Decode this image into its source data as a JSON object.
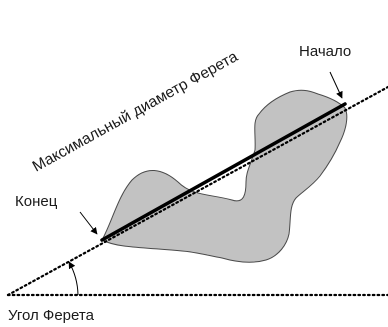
{
  "labels": {
    "max_diameter": "Максимальный диаметр Ферета",
    "start": "Начало",
    "end": "Конец",
    "angle": "Угол Ферета"
  },
  "colors": {
    "shape_fill": "#c2c2c2",
    "shape_stroke": "#4a4a4a",
    "line": "#000000",
    "text": "#1a1a1a"
  },
  "icons": {
    "start_pointer": "arrow-pointer-icon",
    "end_pointer": "arrow-pointer-icon",
    "angle_arc": "angle-arc-icon"
  }
}
